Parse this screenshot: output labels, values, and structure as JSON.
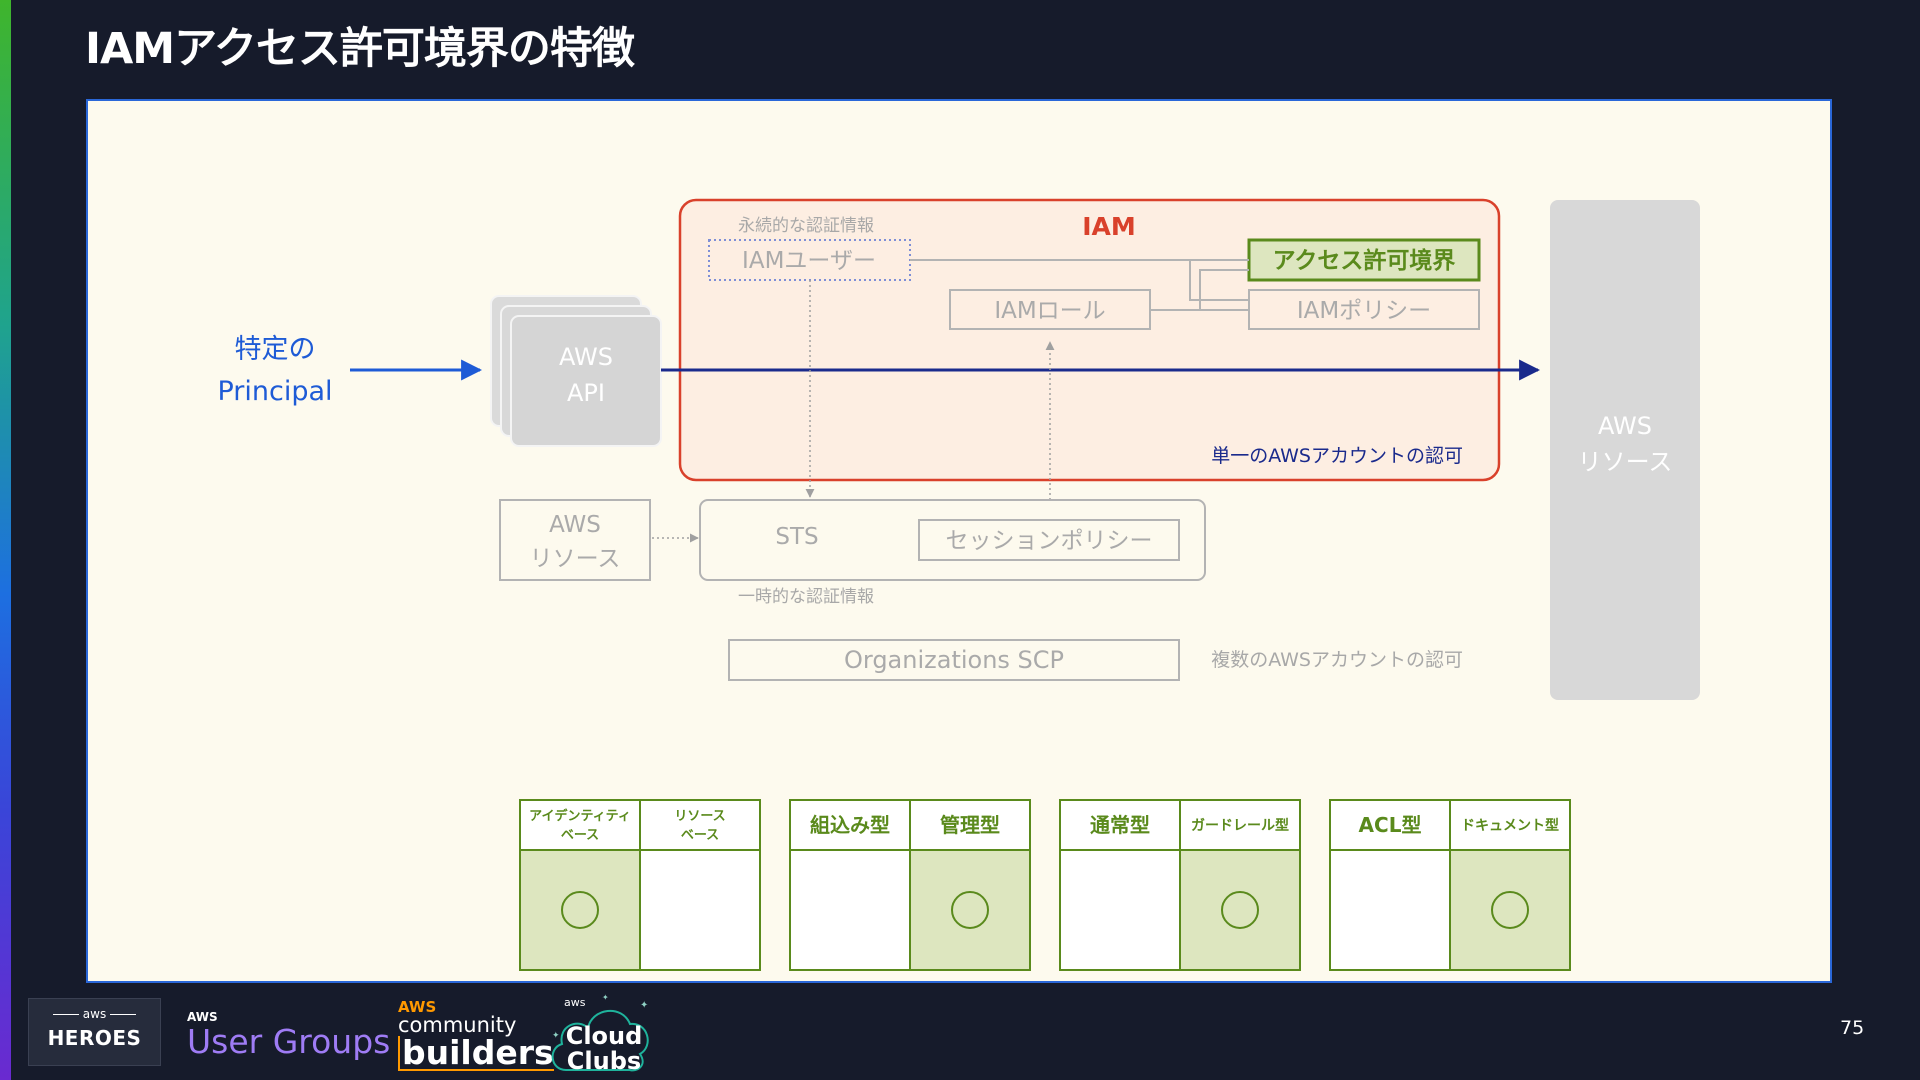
{
  "slide": {
    "title": "IAMアクセス許可境界の特徴",
    "page_number": "75"
  },
  "diagram": {
    "principal_line1": "特定の",
    "principal_line2": "Principal",
    "aws_api_line1": "AWS",
    "aws_api_line2": "API",
    "iam_label": "IAM",
    "persistent_credentials_label": "永続的な認証情報",
    "iam_user": "IAMユーザー",
    "iam_role": "IAMロール",
    "permission_boundary": "アクセス許可境界",
    "iam_policy": "IAMポリシー",
    "single_account_auth": "単一のAWSアカウントの認可",
    "aws_resource_small_line1": "AWS",
    "aws_resource_small_line2": "リソース",
    "sts": "STS",
    "session_policy": "セッションポリシー",
    "temporary_credentials_label": "一時的な認証情報",
    "organizations_scp": "Organizations SCP",
    "multi_account_auth": "複数のAWSアカウントの認可",
    "aws_resource_big_line1": "AWS",
    "aws_resource_big_line2": "リソース"
  },
  "comparison_tables": [
    {
      "left_header": "アイデンティティ\nベース",
      "right_header": "リソース\nベース",
      "marked": "left"
    },
    {
      "left_header": "組込み型",
      "right_header": "管理型",
      "marked": "right"
    },
    {
      "left_header": "通常型",
      "right_header": "ガードレール型",
      "marked": "right"
    },
    {
      "left_header": "ACL型",
      "right_header": "ドキュメント型",
      "marked": "right"
    }
  ],
  "footer": {
    "heroes_aws": "aws",
    "heroes": "HEROES",
    "user_groups_aws": "AWS",
    "user_groups": "User Groups",
    "community_builders_aws": "AWS",
    "community_builders_community": "community",
    "community_builders_builders": "builders",
    "cloud_clubs_aws": "aws",
    "cloud_clubs_line1": "Cloud",
    "cloud_clubs_line2": "Clubs"
  },
  "colors": {
    "background": "#161b2b",
    "panel": "#fdfaee",
    "principal_blue": "#1e5bd6",
    "flow_line": "#1a2a8c",
    "iam_red": "#d9412b",
    "boundary_green": "#5a8a1c",
    "table_fill": "#dde6bf",
    "muted_gray": "#a8a8a8"
  }
}
